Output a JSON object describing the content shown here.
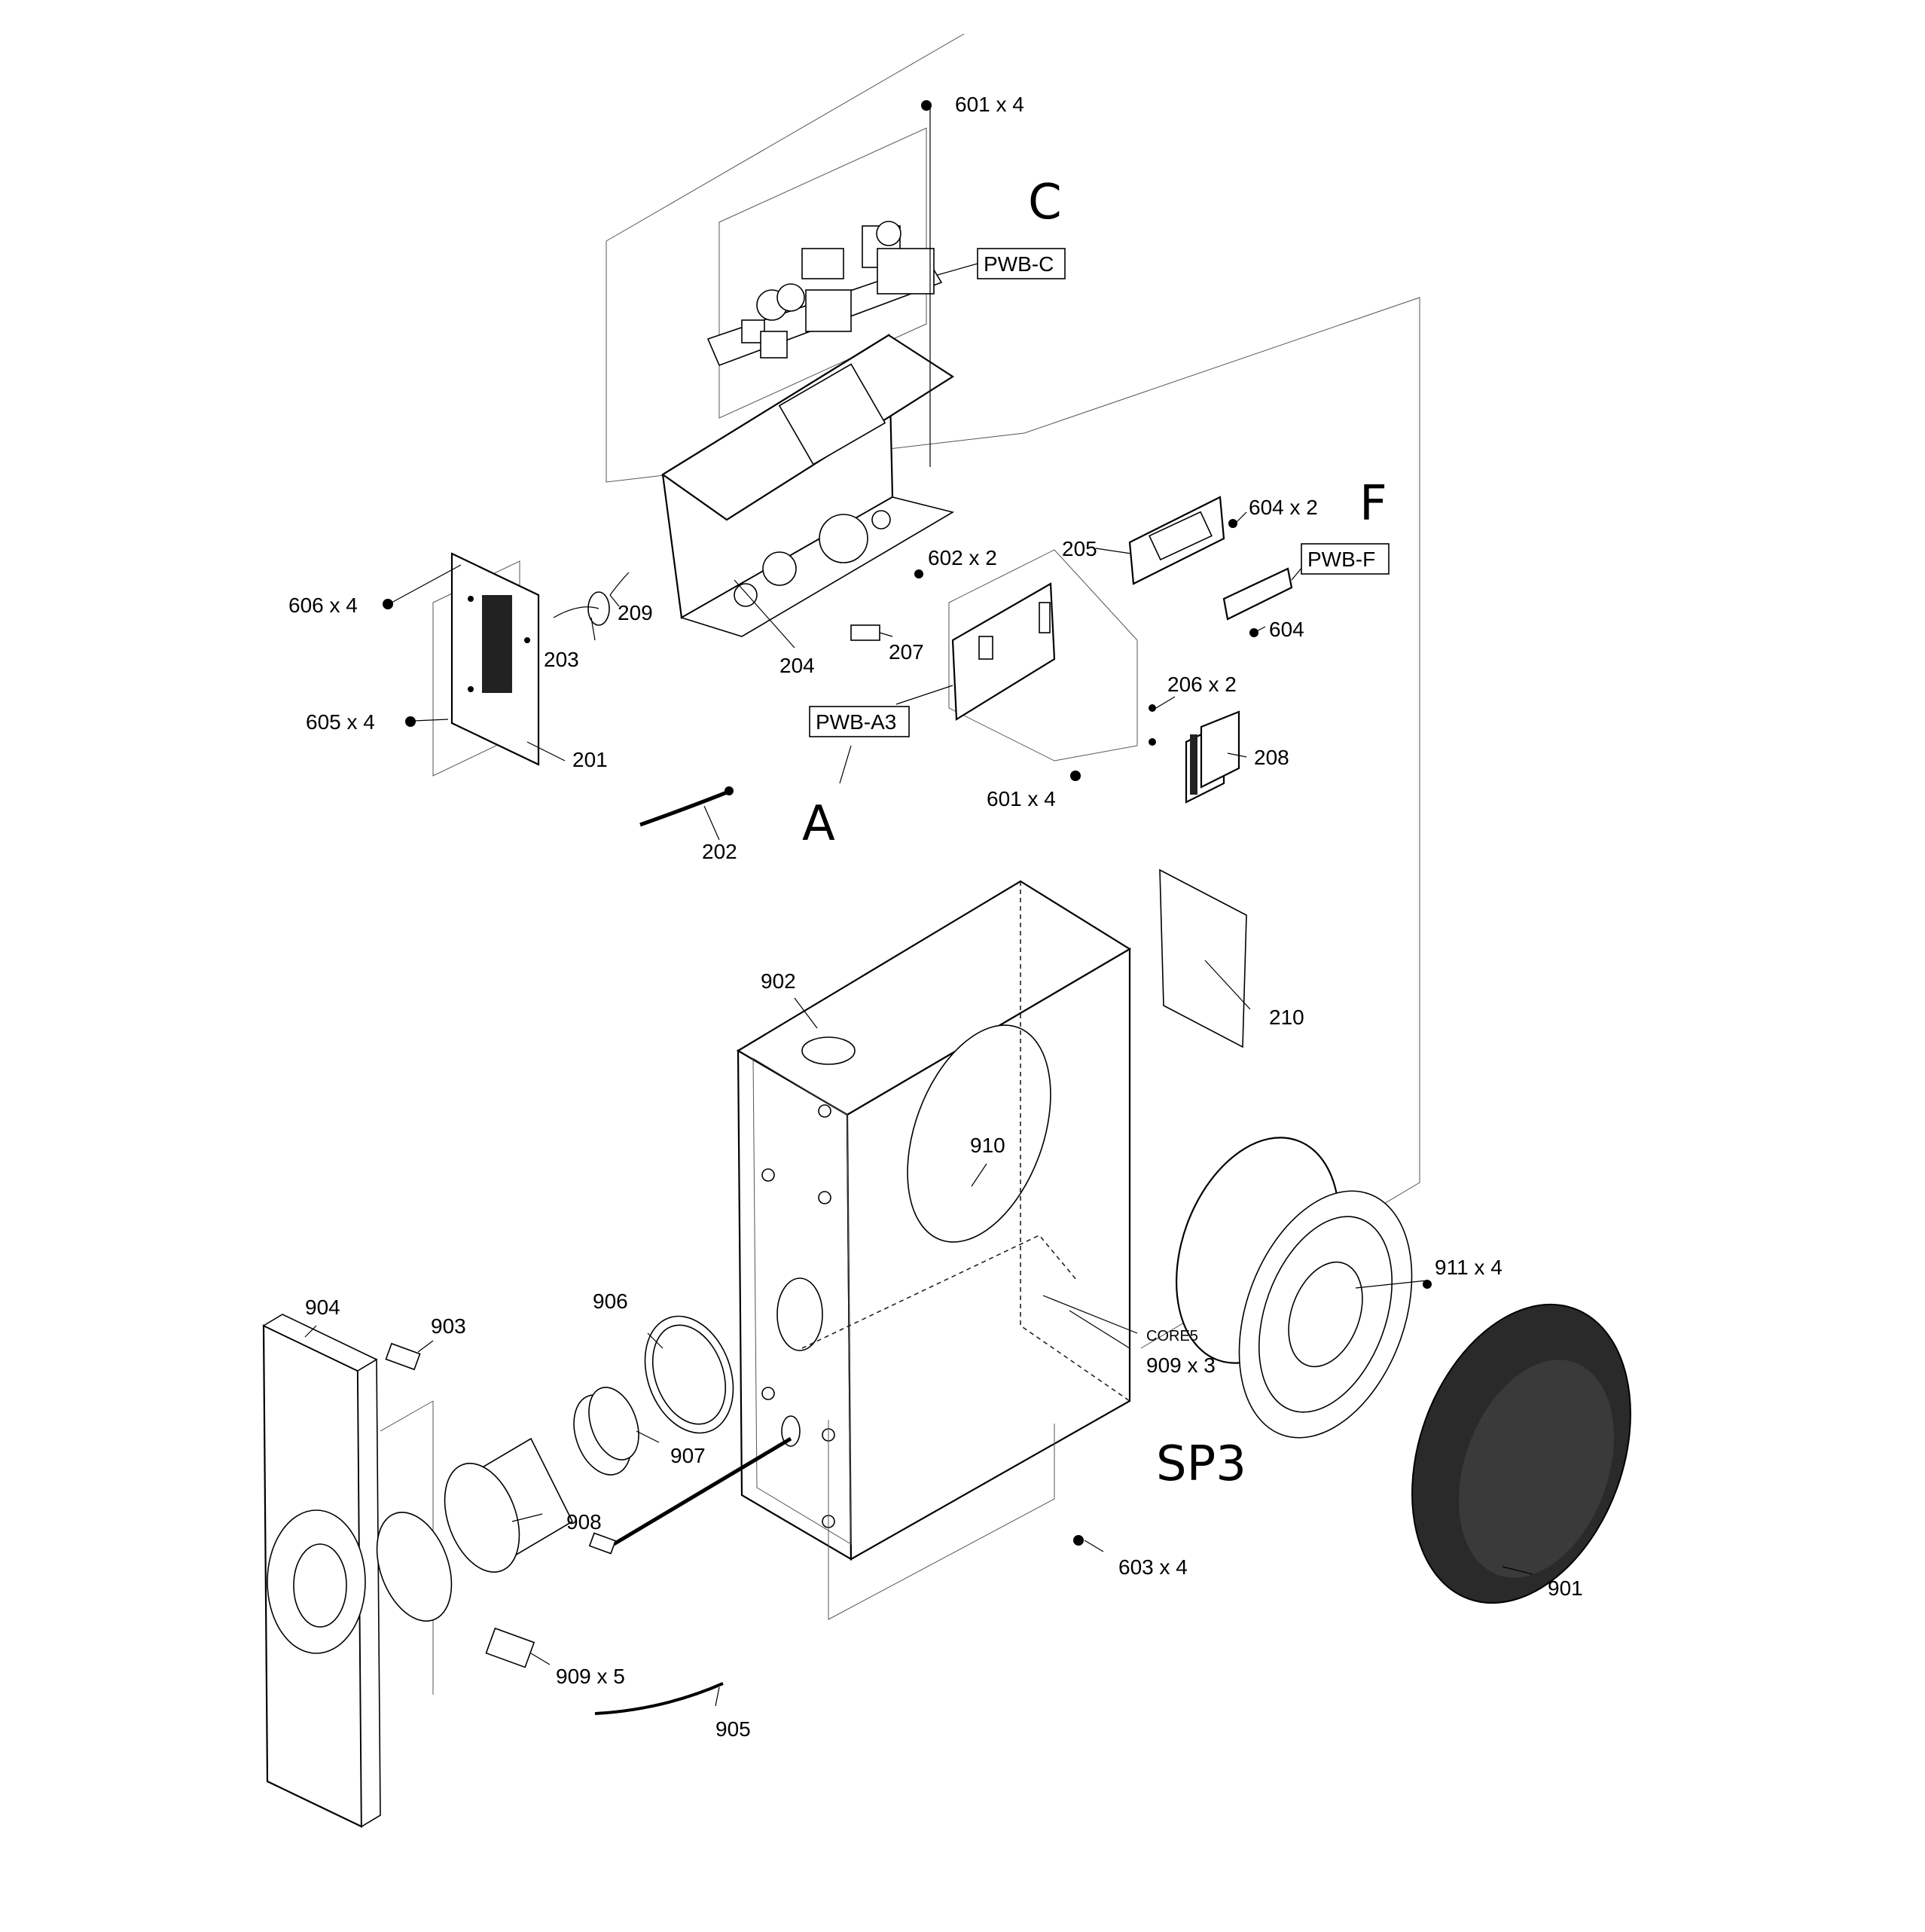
{
  "handwritten": {
    "c": "C",
    "f": "F",
    "a": "A",
    "sp3": "SP3"
  },
  "board_labels": {
    "pwb_c": "PWB-C",
    "pwb_f": "PWB-F",
    "pwb_a3": "PWB-A3"
  },
  "part_labels": {
    "p601a": "601 x 4",
    "p601b": "601 x 4",
    "p604x2": "604 x 2",
    "p604": "604",
    "p602": "602 x 2",
    "p205": "205",
    "p606": "606 x 4",
    "p605": "605 x 4",
    "p209": "209",
    "p203": "203",
    "p204": "204",
    "p207": "207",
    "p206": "206 x 2",
    "p208": "208",
    "p201": "201",
    "p202": "202",
    "p902": "902",
    "p210": "210",
    "p910": "910",
    "p911": "911 x 4",
    "core5": "CORE5",
    "p909x3": "909 x 3",
    "p904": "904",
    "p903": "903",
    "p906": "906",
    "p907": "907",
    "p908": "908",
    "p603": "603 x 4",
    "p901": "901",
    "p909x5": "909 x 5",
    "p905": "905"
  }
}
